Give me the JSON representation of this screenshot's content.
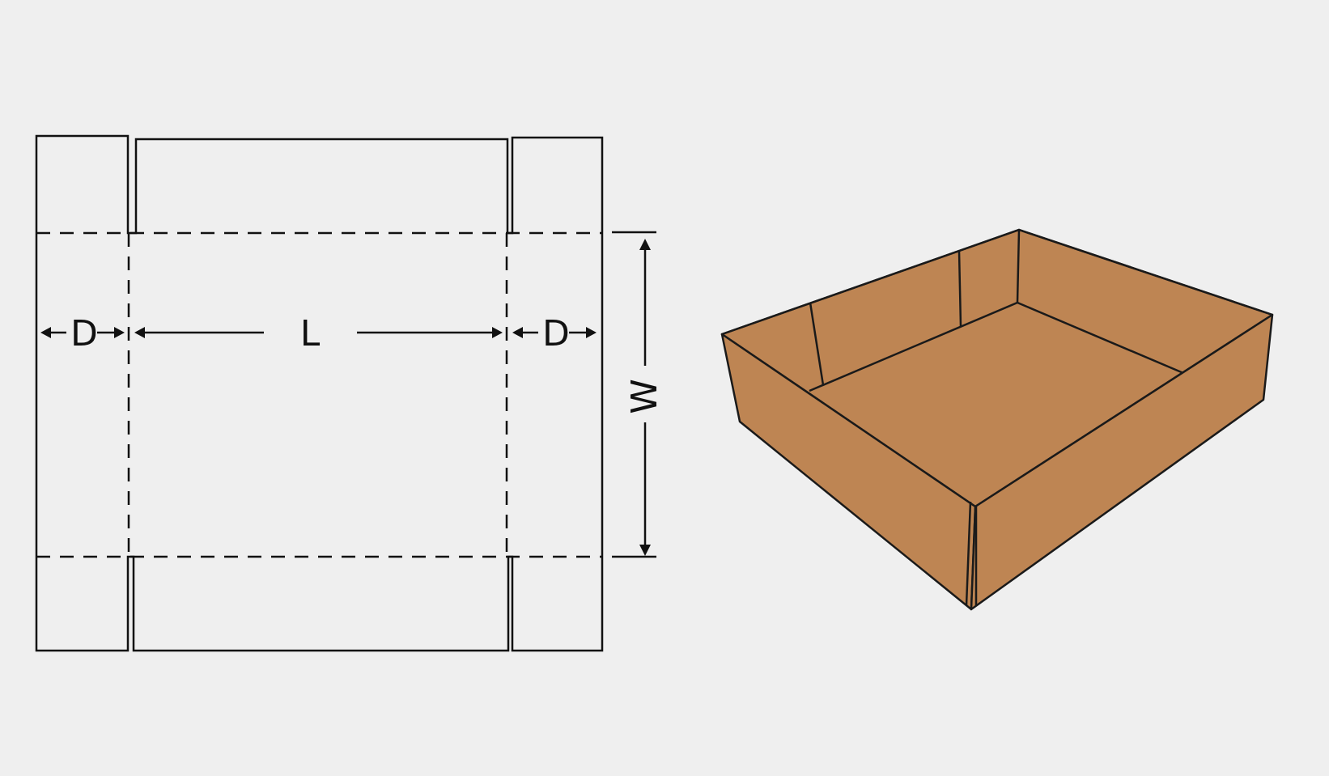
{
  "labels": {
    "depth_left": "D",
    "length": "L",
    "depth_right": "D",
    "width": "W"
  },
  "colors": {
    "background": "#efefef",
    "line": "#111111",
    "box_kraft": "#be8553"
  }
}
